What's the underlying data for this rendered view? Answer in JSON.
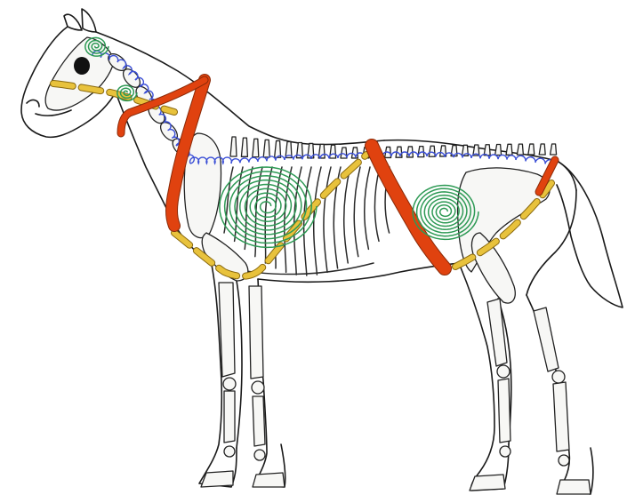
{
  "colors": {
    "outline": "#1a1a1a",
    "spine_coil": "#3b4fd6",
    "meridian": "#e8c23c",
    "meridian_edge": "#8a6a10",
    "band": "#e0420f",
    "band_edge": "#8a2a08",
    "spiral": "#2e9a55",
    "eye": "#111111",
    "background": "#ffffff"
  },
  "icons": {
    "eye": "black-eye-spot",
    "energy_center": "green-spiral",
    "band": "orange-strap",
    "meridian": "yellow-dashed-line",
    "spine": "blue-coil"
  }
}
